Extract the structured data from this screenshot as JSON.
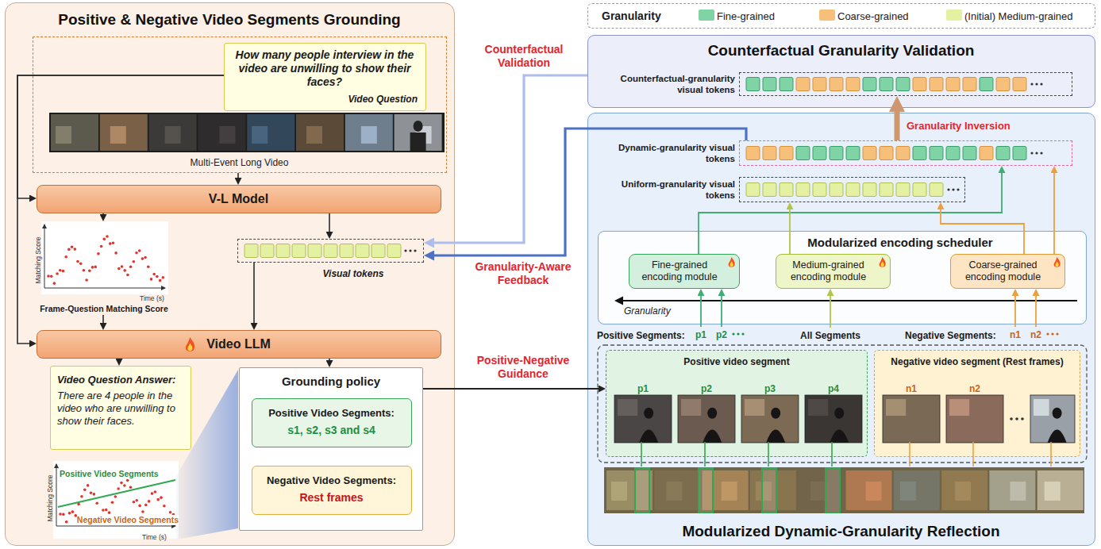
{
  "diagram": {
    "nodes": [
      {
        "text": [
          "Positive & Negative Video Segments Grounding"
        ]
      },
      {
        "text": [
          "Multi-Event Long Video"
        ],
        "in": 0
      },
      {
        "text": [
          "How many people interview in the video are unwilling to show their faces?",
          "Video Question"
        ],
        "in": 1
      },
      {
        "text": [
          "V-L Model"
        ],
        "in": 0
      },
      {
        "text": [
          "Matching Score",
          "Time (s)",
          "Frame-Question Matching Score"
        ],
        "in": 0
      },
      {
        "text": [
          "Visual tokens"
        ],
        "in": 0
      },
      {
        "text": [
          "Video LLM"
        ],
        "in": 0
      },
      {
        "text": [
          "Video Question Answer:",
          "There are 4 people in the video who are unwilling to show their faces."
        ],
        "in": 0
      },
      {
        "text": [
          "Grounding policy"
        ],
        "in": 0
      },
      {
        "text": [
          "Positive Video Segments:",
          "s1, s2, s3 and s4"
        ],
        "in": 8
      },
      {
        "text": [
          "Negative Video Segments:",
          "Rest frames"
        ],
        "in": 8
      },
      {
        "text": [
          "Positive Video Segments",
          "Negative Video Segments",
          "Matching Score",
          "Time (s)"
        ],
        "in": 0
      },
      {
        "text": [
          "Counterfactual Granularity Validation"
        ]
      },
      {
        "text": [
          "Counterfactual-granularity visual tokens"
        ],
        "in": 12
      },
      {
        "text": [
          "Modularized Dynamic-Granularity Reflection"
        ]
      },
      {
        "text": [
          "Dynamic-granularity visual tokens"
        ],
        "in": 14
      },
      {
        "text": [
          "Uniform-granularity visual tokens"
        ],
        "in": 14
      },
      {
        "text": [
          "Modularized encoding scheduler"
        ],
        "in": 14
      },
      {
        "text": [
          "Fine-grained encoding module"
        ],
        "in": 17
      },
      {
        "text": [
          "Medium-grained encoding module"
        ],
        "in": 17
      },
      {
        "text": [
          "Coarse-grained encoding module"
        ],
        "in": 17
      },
      {
        "text": [
          "Positive video segment",
          "p1",
          "p2",
          "p3",
          "p4"
        ],
        "in": 14
      },
      {
        "text": [
          "Negative video segment (Rest frames)",
          "n1",
          "n2"
        ],
        "in": 14
      }
    ],
    "edges": [
      {
        "from": 2,
        "to": 3,
        "arrow": "to"
      },
      {
        "from": 2,
        "to": 6,
        "arrow": "to"
      },
      {
        "from": 1,
        "to": 3,
        "arrow": "to"
      },
      {
        "from": 3,
        "to": 4,
        "arrow": "to"
      },
      {
        "from": 3,
        "to": 5,
        "arrow": "to"
      },
      {
        "from": 4,
        "to": 6,
        "arrow": "to"
      },
      {
        "from": 5,
        "to": 6,
        "arrow": "to"
      },
      {
        "from": 6,
        "to": 7,
        "arrow": "to"
      },
      {
        "from": 6,
        "to": 8,
        "arrow": "to"
      },
      {
        "from": 8,
        "to": 21,
        "label": "Positive-Negative Guidance",
        "arrow": "to"
      },
      {
        "from": 12,
        "to": 5,
        "label": "Counterfactual Validation",
        "arrow": "to"
      },
      {
        "from": 15,
        "to": 5,
        "label": "Granularity-Aware Feedback",
        "arrow": "to"
      },
      {
        "from": 15,
        "to": 13,
        "label": "Granularity Inversion",
        "arrow": "to"
      },
      {
        "from": 18,
        "to": 15,
        "arrow": "to"
      },
      {
        "from": 19,
        "to": 16,
        "arrow": "to"
      },
      {
        "from": 20,
        "to": 16,
        "arrow": "to"
      },
      {
        "from": 20,
        "to": 15,
        "arrow": "to"
      }
    ],
    "labels": [
      "Granularity",
      "Granularity",
      "Positive Segments:",
      "p1",
      "p2",
      "All Segments",
      "Negative Segments:",
      "n1",
      "n2"
    ],
    "legend": [
      {
        "text": "Fine-grained",
        "color": "#7fd3a4"
      },
      {
        "text": "Coarse-grained",
        "color": "#f7c07a"
      },
      {
        "text": "(Initial) Medium-grained",
        "color": "#e4f0a2"
      }
    ]
  }
}
